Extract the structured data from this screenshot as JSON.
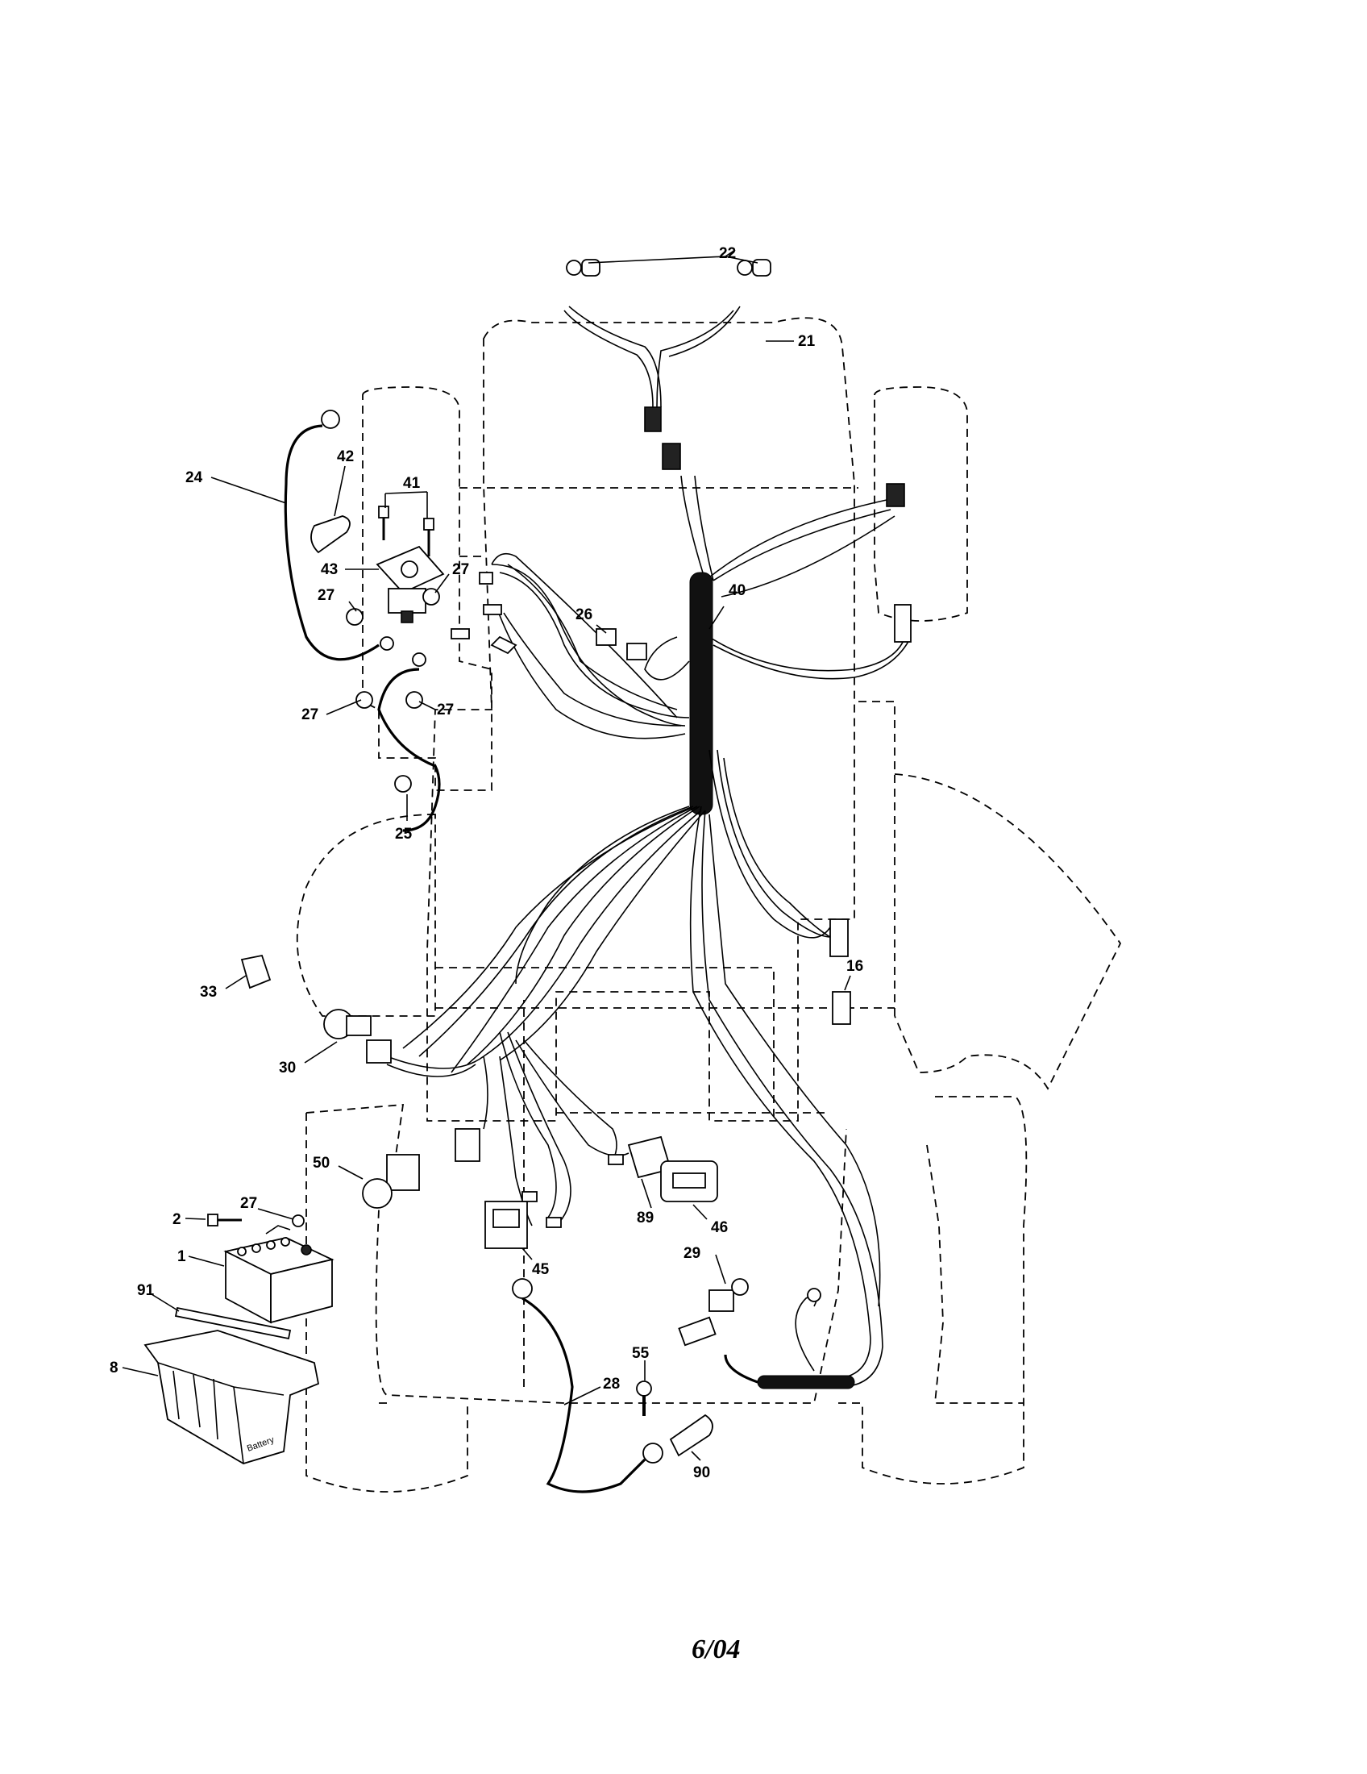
{
  "diagram": {
    "callouts": {
      "p22": "22",
      "p21": "21",
      "p24": "24",
      "p42": "42",
      "p41": "41",
      "p43": "43",
      "p27a": "27",
      "p27b": "27",
      "p27c": "27",
      "p27d": "27",
      "p27e": "27",
      "p40": "40",
      "p26": "26",
      "p25": "25",
      "p16": "16",
      "p33": "33",
      "p30": "30",
      "p50": "50",
      "p2": "2",
      "p1": "1",
      "p91": "91",
      "p8": "8",
      "p89": "89",
      "p46": "46",
      "p29": "29",
      "p45": "45",
      "p55": "55",
      "p28": "28",
      "p90": "90"
    },
    "battery_label": "Battery",
    "footer_date": "6/04"
  }
}
